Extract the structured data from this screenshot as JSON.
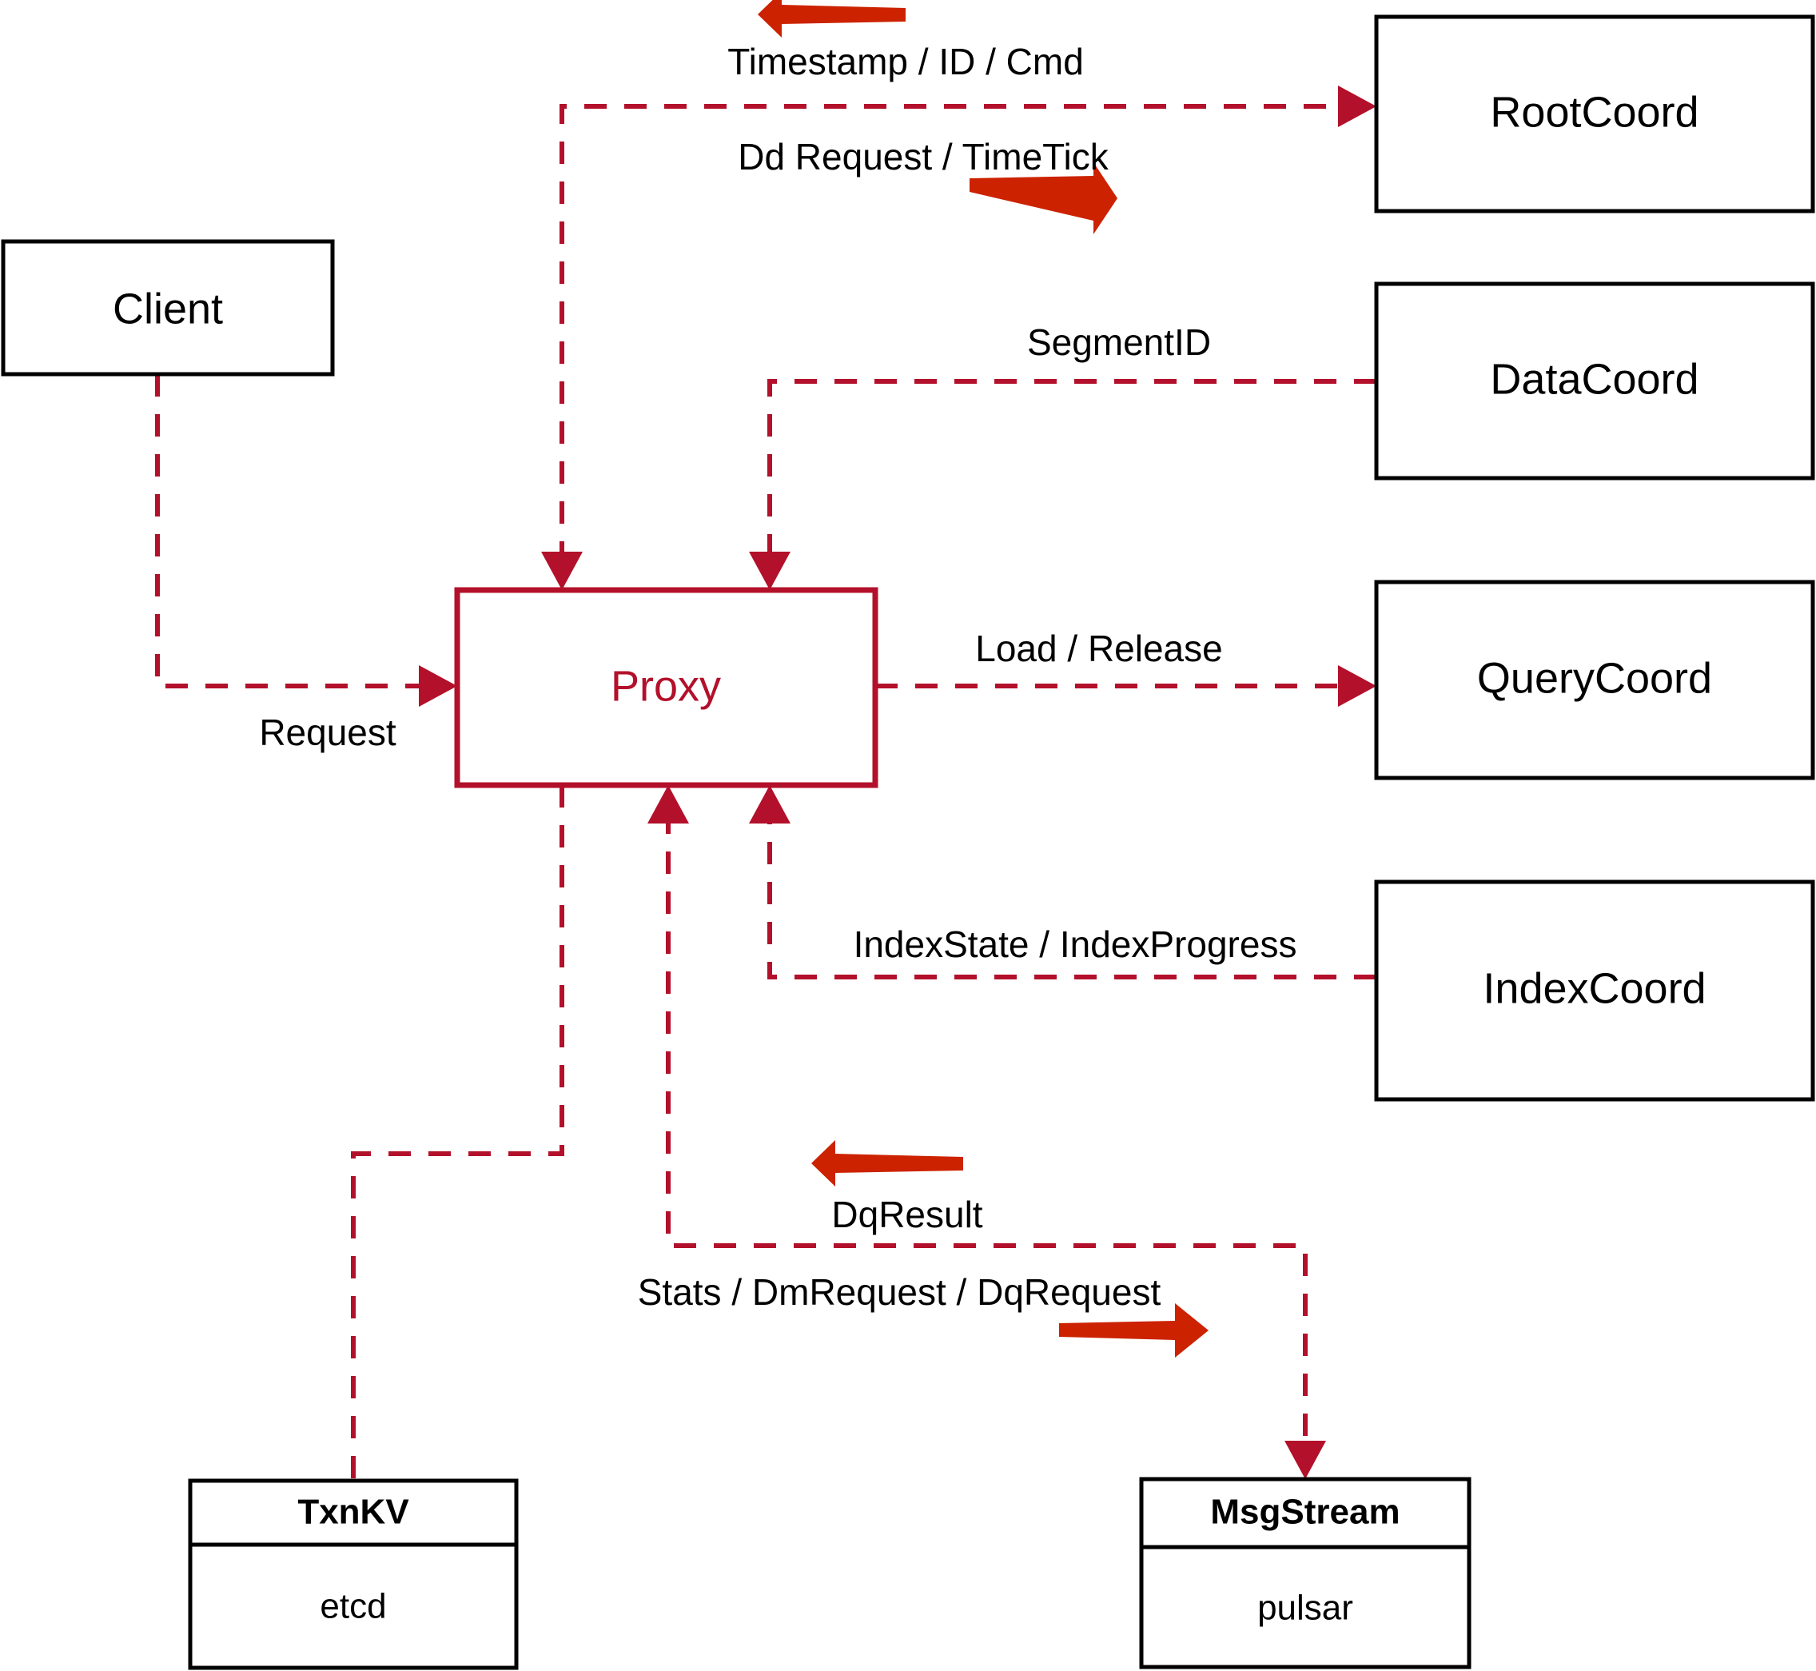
{
  "diagram": {
    "title": "Milvus Proxy interaction diagram",
    "colors": {
      "accent": "#b3102b",
      "flow_arrow": "#cc2200",
      "node_stroke": "#000000",
      "background": "#ffffff"
    }
  },
  "nodes": {
    "client": {
      "label": "Client"
    },
    "proxy": {
      "label": "Proxy"
    },
    "root_coord": {
      "label": "RootCoord"
    },
    "data_coord": {
      "label": "DataCoord"
    },
    "query_coord": {
      "label": "QueryCoord"
    },
    "index_coord": {
      "label": "IndexCoord"
    },
    "txnkv": {
      "label": "TxnKV",
      "implementation": "etcd"
    },
    "msgstream": {
      "label": "MsgStream",
      "implementation": "pulsar"
    }
  },
  "edge_labels": {
    "timestamp_id_cmd": "Timestamp / ID / Cmd",
    "dd_request_timetick": "Dd Request / TimeTick",
    "segment_id": "SegmentID",
    "request": "Request",
    "load_release": "Load / Release",
    "index_state_progress": "IndexState / IndexProgress",
    "dq_result": "DqResult",
    "stats_dm_dq_request": "Stats / DmRequest / DqRequest"
  },
  "flow_arrows": [
    {
      "name": "timestamp-id-cmd-direction",
      "direction": "left",
      "for": "timestamp_id_cmd"
    },
    {
      "name": "dd-request-timetick-direction",
      "direction": "right",
      "for": "dd_request_timetick"
    },
    {
      "name": "dq-result-direction",
      "direction": "left",
      "for": "dq_result"
    },
    {
      "name": "stats-dm-dq-request-direction",
      "direction": "right",
      "for": "stats_dm_dq_request"
    }
  ]
}
